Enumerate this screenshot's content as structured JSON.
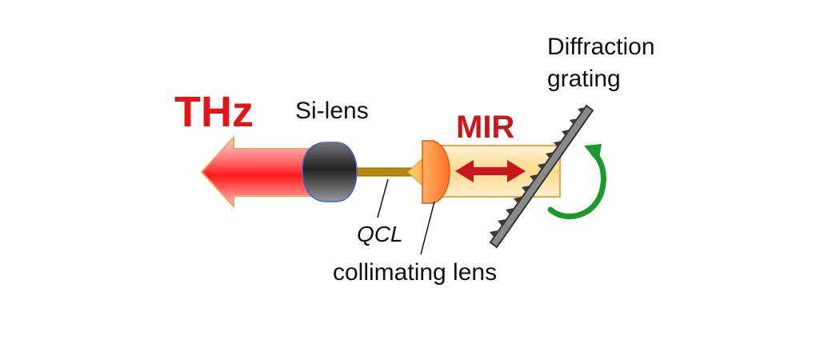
{
  "diagram": {
    "labels": {
      "thz": "THz",
      "si_lens": "Si-lens",
      "mir": "MIR",
      "diffraction_line1": "Diffraction",
      "diffraction_line2": "grating",
      "qcl": "QCL",
      "collimating_lens": "collimating lens"
    },
    "colors": {
      "thz_red": "#e4141b",
      "mir_red": "#c8161d",
      "beam_orange": "#f5a33a",
      "beam_yellow": "#ffe9b0",
      "qcl_gold": "#b8860b",
      "grating_gray": "#8a8a8a",
      "rotation_green": "#1a9a2a",
      "si_lens_dark": "#3a3a3a",
      "si_lens_outline": "#4466cc"
    },
    "icons": {
      "rotation": "curved-arrow-icon",
      "mir_double_arrow": "double-headed-arrow-icon"
    }
  }
}
